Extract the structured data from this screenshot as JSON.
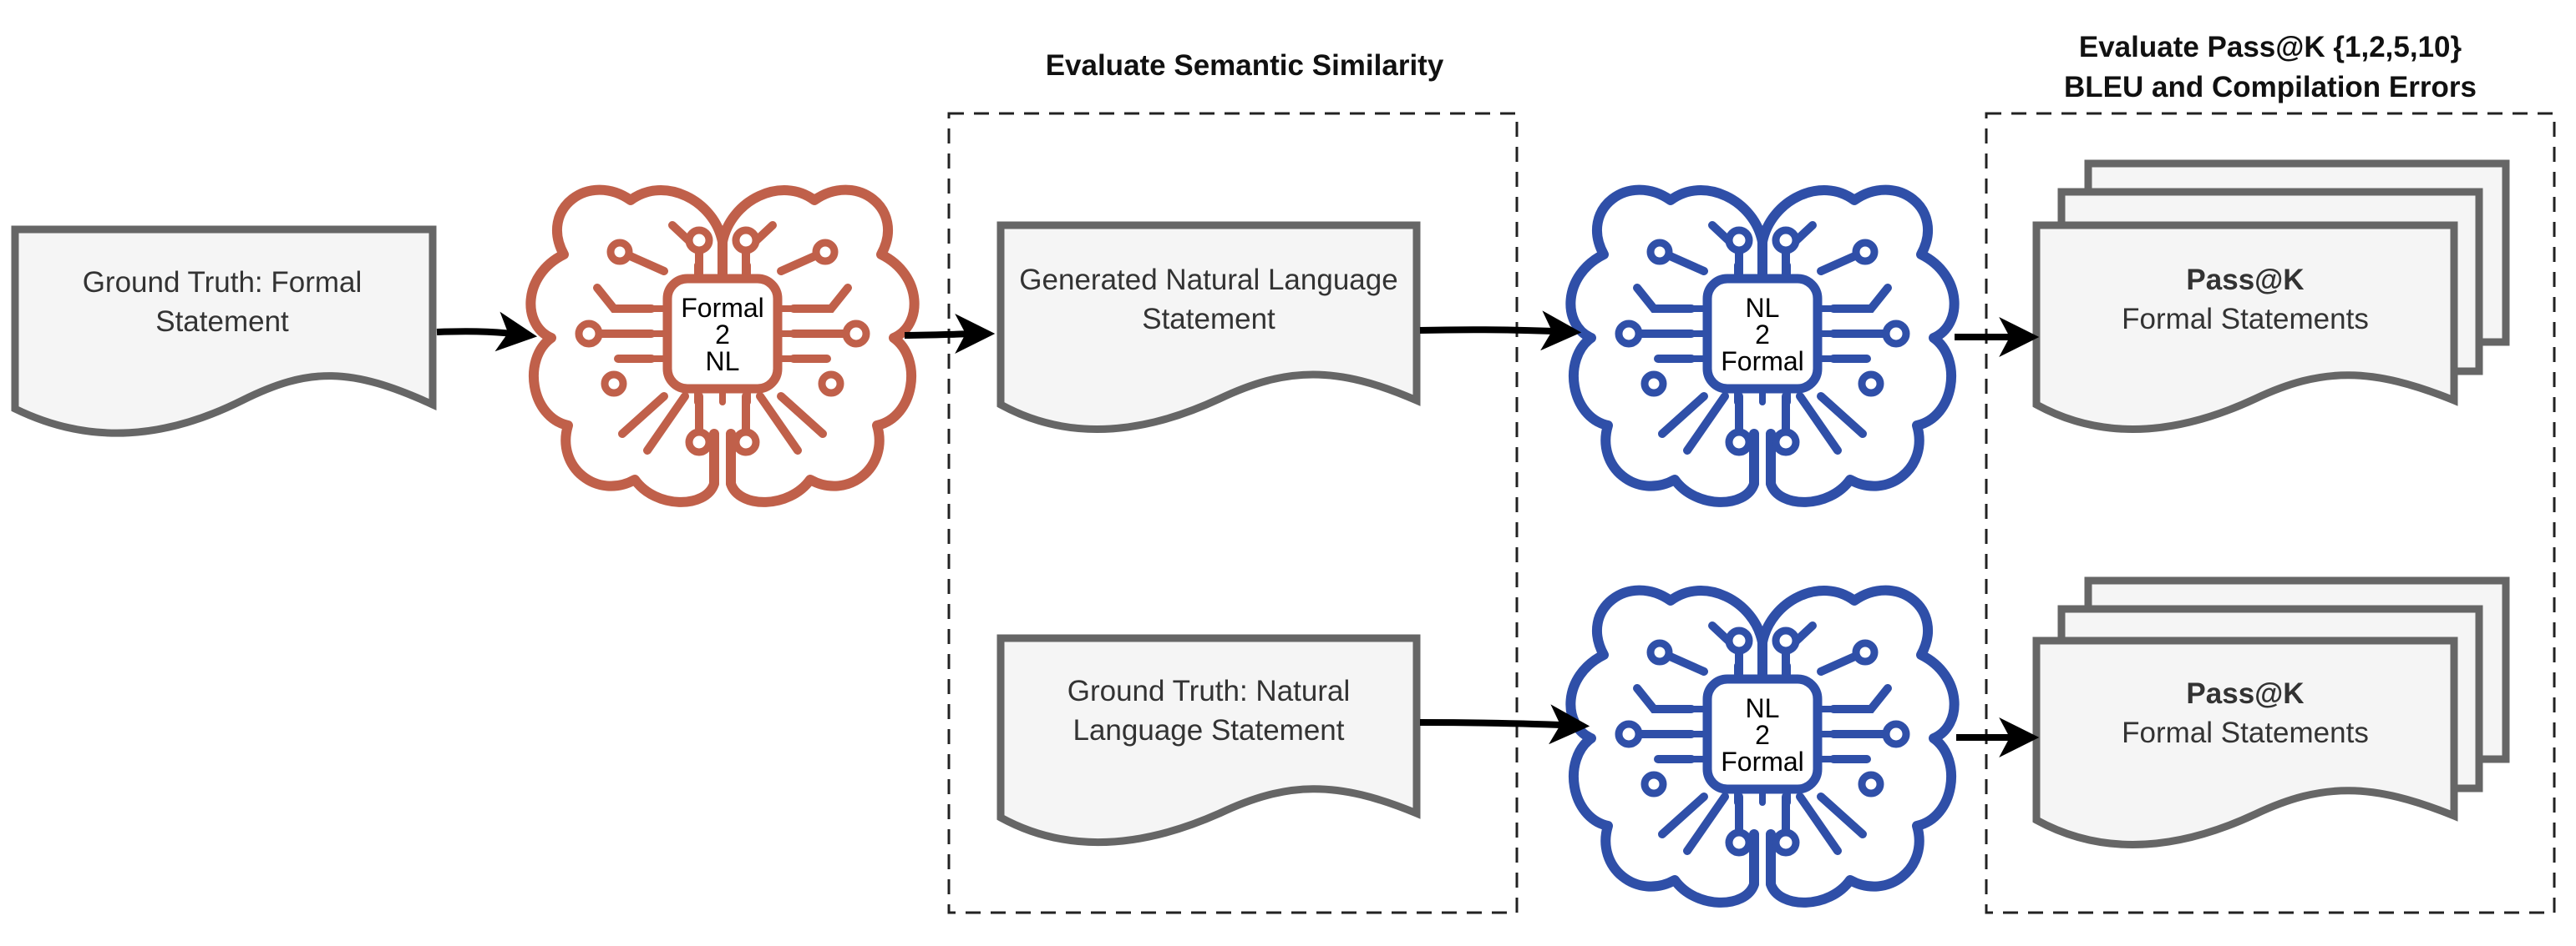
{
  "colors": {
    "encoder_brain": "#c0604a",
    "decoder_brain": "#2f4fa8",
    "document_fill": "#f5f5f5",
    "document_stroke": "#666666"
  },
  "icons": {
    "formal_to_nl": "brain-circuit-icon",
    "nl_to_formal": "brain-circuit-icon"
  },
  "sections": {
    "semantic_title": "Evaluate Semantic Similarity",
    "passk_title_line1": "Evaluate Pass@K {1,2,5,10}",
    "passk_title_line2": "BLEU and Compilation Errors"
  },
  "documents": {
    "gt_formal": {
      "line1": "Ground Truth: Formal",
      "line2": "Statement"
    },
    "generated_nl": {
      "line1": "Generated Natural Language",
      "line2": "Statement"
    },
    "gt_nl": {
      "line1": "Ground Truth: Natural",
      "line2": "Language Statement"
    },
    "passk_top": {
      "line1": "Pass@K",
      "line2": "Formal Statements"
    },
    "passk_bottom": {
      "line1": "Pass@K",
      "line2": "Formal Statements"
    }
  },
  "brains": {
    "formal2nl": {
      "line1": "Formal",
      "line2": "2",
      "line3": "NL"
    },
    "nl2formal_top": {
      "line1": "NL",
      "line2": "2",
      "line3": "Formal"
    },
    "nl2formal_bottom": {
      "line1": "NL",
      "line2": "2",
      "line3": "Formal"
    }
  }
}
